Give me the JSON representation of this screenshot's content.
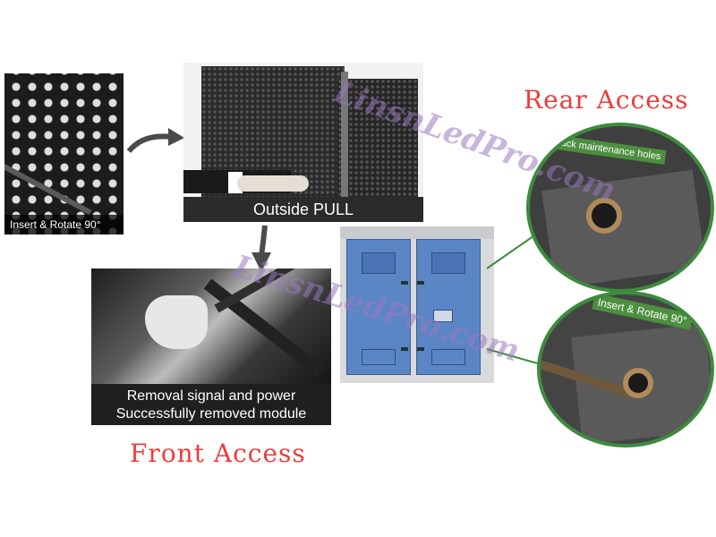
{
  "panels": {
    "grid_caption": "Insert & Rotate 90°",
    "pull_caption": "Outside PULL",
    "removal_caption_line1": "Removal signal and power",
    "removal_caption_line2": "Successfully removed module"
  },
  "titles": {
    "rear": "Rear Access",
    "front": "Front Access"
  },
  "callouts": {
    "back_holes": "Back maintenance holes",
    "insert_rotate": "Insert & Rotate 90°"
  },
  "watermark": {
    "text": "LinsnLedPro.com"
  },
  "colors": {
    "title_red": "#ee3b3b",
    "callout_green": "#4c8f3e",
    "cabinet_blue": "#5b86c6"
  },
  "icons": [
    "curved-arrow-icon",
    "down-arrow-icon",
    "pointer-line-icon"
  ]
}
